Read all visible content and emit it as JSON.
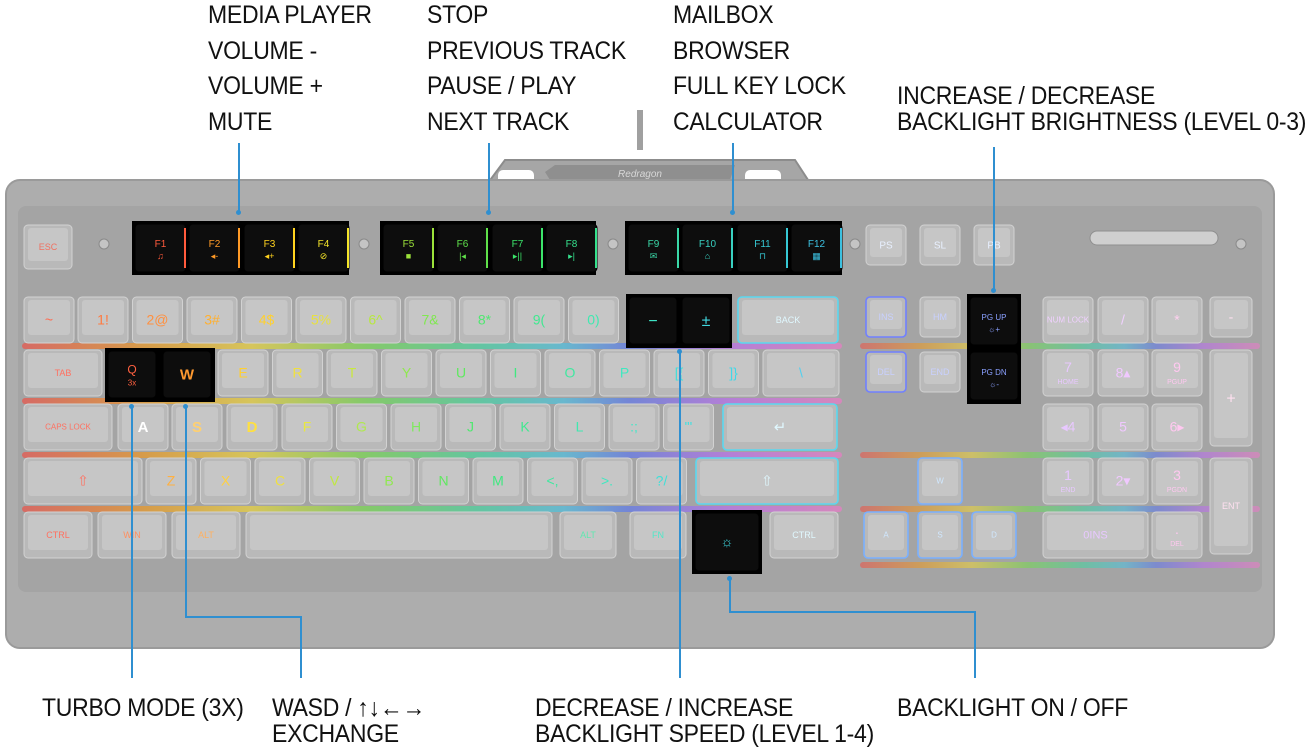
{
  "labels": {
    "media": [
      "MEDIA PLAYER",
      "VOLUME -",
      "VOLUME +",
      "MUTE"
    ],
    "transport": [
      "STOP",
      "PREVIOUS TRACK",
      "PAUSE / PLAY",
      "NEXT TRACK"
    ],
    "apps": [
      "MAILBOX",
      "BROWSER",
      "FULL KEY LOCK",
      "CALCULATOR"
    ],
    "brightness": [
      "INCREASE / DECREASE",
      "BACKLIGHT BRIGHTNESS (LEVEL 0-3)"
    ],
    "turbo": "TURBO MODE (3X)",
    "wasd": [
      "WASD / ↑↓←→",
      "EXCHANGE"
    ],
    "speed": [
      "DECREASE / INCREASE",
      "BACKLIGHT SPEED (LEVEL 1-4)"
    ],
    "backlight": "BACKLIGHT ON / OFF"
  },
  "keyboard": {
    "logo": "Redragon",
    "fn_keys": [
      {
        "label": "F1",
        "glyph": "♫",
        "color": "#ff5a3c"
      },
      {
        "label": "F2",
        "glyph": "◂-",
        "color": "#ff9a26"
      },
      {
        "label": "F3",
        "glyph": "◂+",
        "color": "#ffd21e"
      },
      {
        "label": "F4",
        "glyph": "⊘",
        "color": "#f4e42a"
      },
      {
        "label": "F5",
        "glyph": "■",
        "color": "#9be23a"
      },
      {
        "label": "F6",
        "glyph": "|◂",
        "color": "#5fe04a"
      },
      {
        "label": "F7",
        "glyph": "▸||",
        "color": "#3be46a"
      },
      {
        "label": "F8",
        "glyph": "▸|",
        "color": "#35e08c"
      },
      {
        "label": "F9",
        "glyph": "✉",
        "color": "#3ad8a8"
      },
      {
        "label": "F10",
        "glyph": "⌂",
        "color": "#38d0c0"
      },
      {
        "label": "F11",
        "glyph": "⊓",
        "color": "#36c8d4"
      },
      {
        "label": "F12",
        "glyph": "▦",
        "color": "#3cc0e0"
      }
    ],
    "keys": {
      "esc": "ESC",
      "ps": "PS",
      "sl": "SL",
      "pb": "PB",
      "number_row": [
        "~",
        "1!",
        "2@",
        "3#",
        "4$",
        "5%",
        "6^",
        "7&",
        "8*",
        "9(",
        "0)"
      ],
      "minus": "−",
      "plus": "±",
      "back": "BACK",
      "ins": "INS",
      "hm": "HM",
      "pgup": "PG UP",
      "pgup_sub": "☼+",
      "numlock": "NUM LOCK",
      "slash": "/",
      "star": "*",
      "numminus": "-",
      "tab": "TAB",
      "q": "Q",
      "q_sub": "3x",
      "w": "W",
      "qwerty": [
        "E",
        "R",
        "T",
        "Y",
        "U",
        "I",
        "O",
        "P",
        "[{",
        "]}",
        "\\"
      ],
      "del": "DEL",
      "end": "END",
      "pgdn": "PG DN",
      "pgdn_sub": "☼-",
      "n7": "7",
      "n7s": "HOME",
      "n8": "8▴",
      "n9": "9",
      "n9s": "PGUP",
      "numplus": "+",
      "caps": "CAPS LOCK",
      "a": "A",
      "s": "S",
      "d": "D",
      "home_row": [
        "F",
        "G",
        "H",
        "J",
        "K",
        "L",
        ":;",
        "\"'"
      ],
      "enter": "↵",
      "n4": "◂4",
      "n5": "5",
      "n6": "6▸",
      "shift": "⇧",
      "bottom_letters": [
        "Z",
        "X",
        "C",
        "V",
        "B",
        "N",
        "M",
        "<,",
        ">.",
        "?/"
      ],
      "rshift": "⇧",
      "up": "W",
      "n1": "1",
      "n1s": "END",
      "n2": "2▾",
      "n3": "3",
      "n3s": "PGDN",
      "ent": "ENT",
      "ctrl": "CTRL",
      "win": "WIN",
      "alt": "ALT",
      "ralt": "ALT",
      "fn": "FN",
      "light": "☼",
      "rctrl": "CTRL",
      "left": "A",
      "down": "S",
      "right": "D",
      "n0": "0INS",
      "ndot": ".",
      "ndots": "DEL"
    }
  }
}
